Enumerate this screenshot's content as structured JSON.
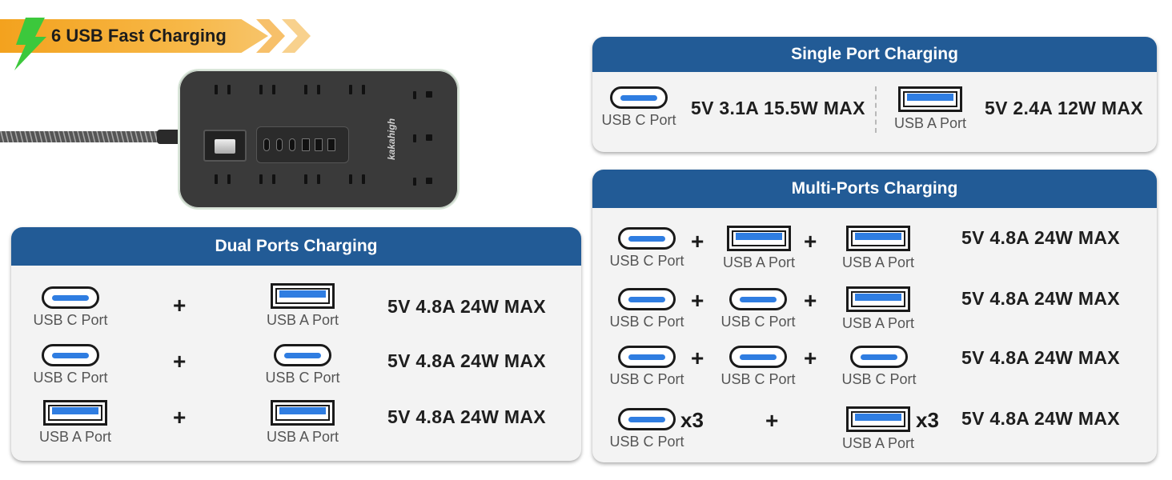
{
  "banner": {
    "title": "6 USB Fast Charging"
  },
  "product": {
    "brand": "kakahigh"
  },
  "colors": {
    "header_blue": "#225b96",
    "port_blue": "#2f7de1",
    "banner_orange": "#f3a21e",
    "bolt_green": "#3cc83c"
  },
  "single": {
    "title": "Single Port Charging",
    "items": [
      {
        "port": "USB C Port",
        "spec": "5V 3.1A 15.5W MAX"
      },
      {
        "port": "USB A Port",
        "spec": "5V 2.4A 12W MAX"
      }
    ]
  },
  "dual": {
    "title": "Dual Ports Charging",
    "rows": [
      {
        "a": "USB C Port",
        "b": "USB A Port",
        "spec": "5V 4.8A 24W MAX"
      },
      {
        "a": "USB C Port",
        "b": "USB C Port",
        "spec": "5V 4.8A 24W MAX"
      },
      {
        "a": "USB A Port",
        "b": "USB A Port",
        "spec": "5V 4.8A 24W MAX"
      }
    ]
  },
  "multi": {
    "title": "Multi-Ports Charging",
    "rows": [
      {
        "a": "USB C Port",
        "b": "USB A Port",
        "c": "USB A Port",
        "spec": "5V 4.8A 24W MAX"
      },
      {
        "a": "USB C Port",
        "b": "USB C Port",
        "c": "USB A Port",
        "spec": "5V 4.8A 24W MAX"
      },
      {
        "a": "USB C Port",
        "b": "USB C Port",
        "c": "USB C Port",
        "spec": "5V 4.8A 24W MAX"
      },
      {
        "a": "USB C Port",
        "a_mult": "x3",
        "c": "USB A Port",
        "c_mult": "x3",
        "spec": "5V 4.8A 24W MAX"
      }
    ]
  }
}
